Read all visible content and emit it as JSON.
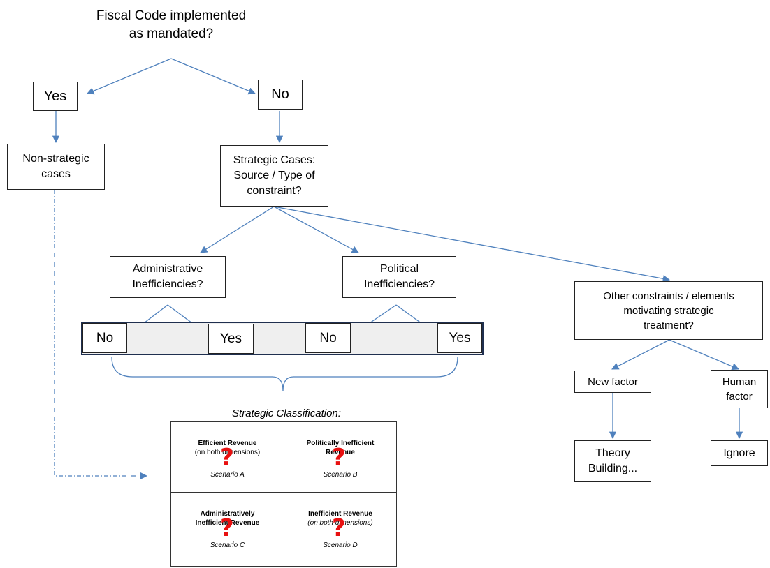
{
  "question": "Fiscal Code implemented as mandated?",
  "question_line1": "Fiscal Code implemented",
  "question_line2": "as mandated?",
  "yes_top": "Yes",
  "no_top": "No",
  "non_strategic": {
    "line1": "Non-strategic",
    "line2": "cases"
  },
  "strategic": {
    "line1": "Strategic Cases:",
    "line2": "Source / Type of",
    "line3": "constraint?"
  },
  "administrative": {
    "line1": "Administrative",
    "line2": "Inefficiencies?"
  },
  "political": {
    "line1": "Political",
    "line2": "Inefficiencies?"
  },
  "other": {
    "line1": "Other constraints / elements",
    "line2": "motivating strategic",
    "line3": "treatment?"
  },
  "strip": {
    "no1": "No",
    "yes1": "Yes",
    "no2": "No",
    "yes2": "Yes"
  },
  "new_factor": "New factor",
  "human_factor": {
    "line1": "Human",
    "line2": "factor"
  },
  "theory_building": {
    "line1": "Theory",
    "line2": "Building..."
  },
  "ignore": "Ignore",
  "classification_title": "Strategic Classification:",
  "cells": {
    "a": {
      "head": "Efficient Revenue",
      "sub": "(on both dimensions)",
      "scenario": "Scenario A"
    },
    "b": {
      "head1": "Politically Inefficient",
      "head2": "Revenue",
      "scenario": "Scenario B"
    },
    "c": {
      "head1": "Administratively",
      "head2": "Inefficient Revenue",
      "scenario": "Scenario C"
    },
    "d": {
      "head": "Inefficient Revenue",
      "sub": "(on both dimensions)",
      "scenario": "Scenario D"
    }
  },
  "question_mark": "?",
  "colors": {
    "arrow": "#4f81bd",
    "question_mark": "#e81010",
    "strip_border": "#1f2f4f",
    "strip_fill": "#efefef"
  }
}
